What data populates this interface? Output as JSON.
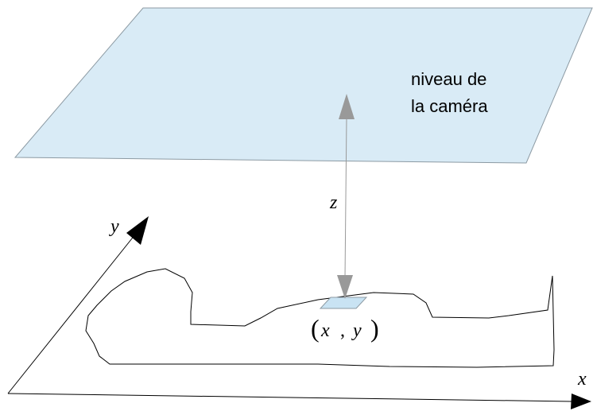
{
  "camera_plane": {
    "label_line1": "niveau de",
    "label_line2": "la caméra",
    "fill_color": "#d9ebf6",
    "stroke_color": "#8c9aa3"
  },
  "axes": {
    "x_label": "x",
    "y_label": "y",
    "color": "#000000"
  },
  "height_arrow": {
    "label": "z",
    "color": "#999999"
  },
  "ground_point": {
    "open_paren": "(",
    "x": "x",
    "comma": ",",
    "y": "y",
    "close_paren": ")",
    "fill_color": "#c9e3f3"
  }
}
